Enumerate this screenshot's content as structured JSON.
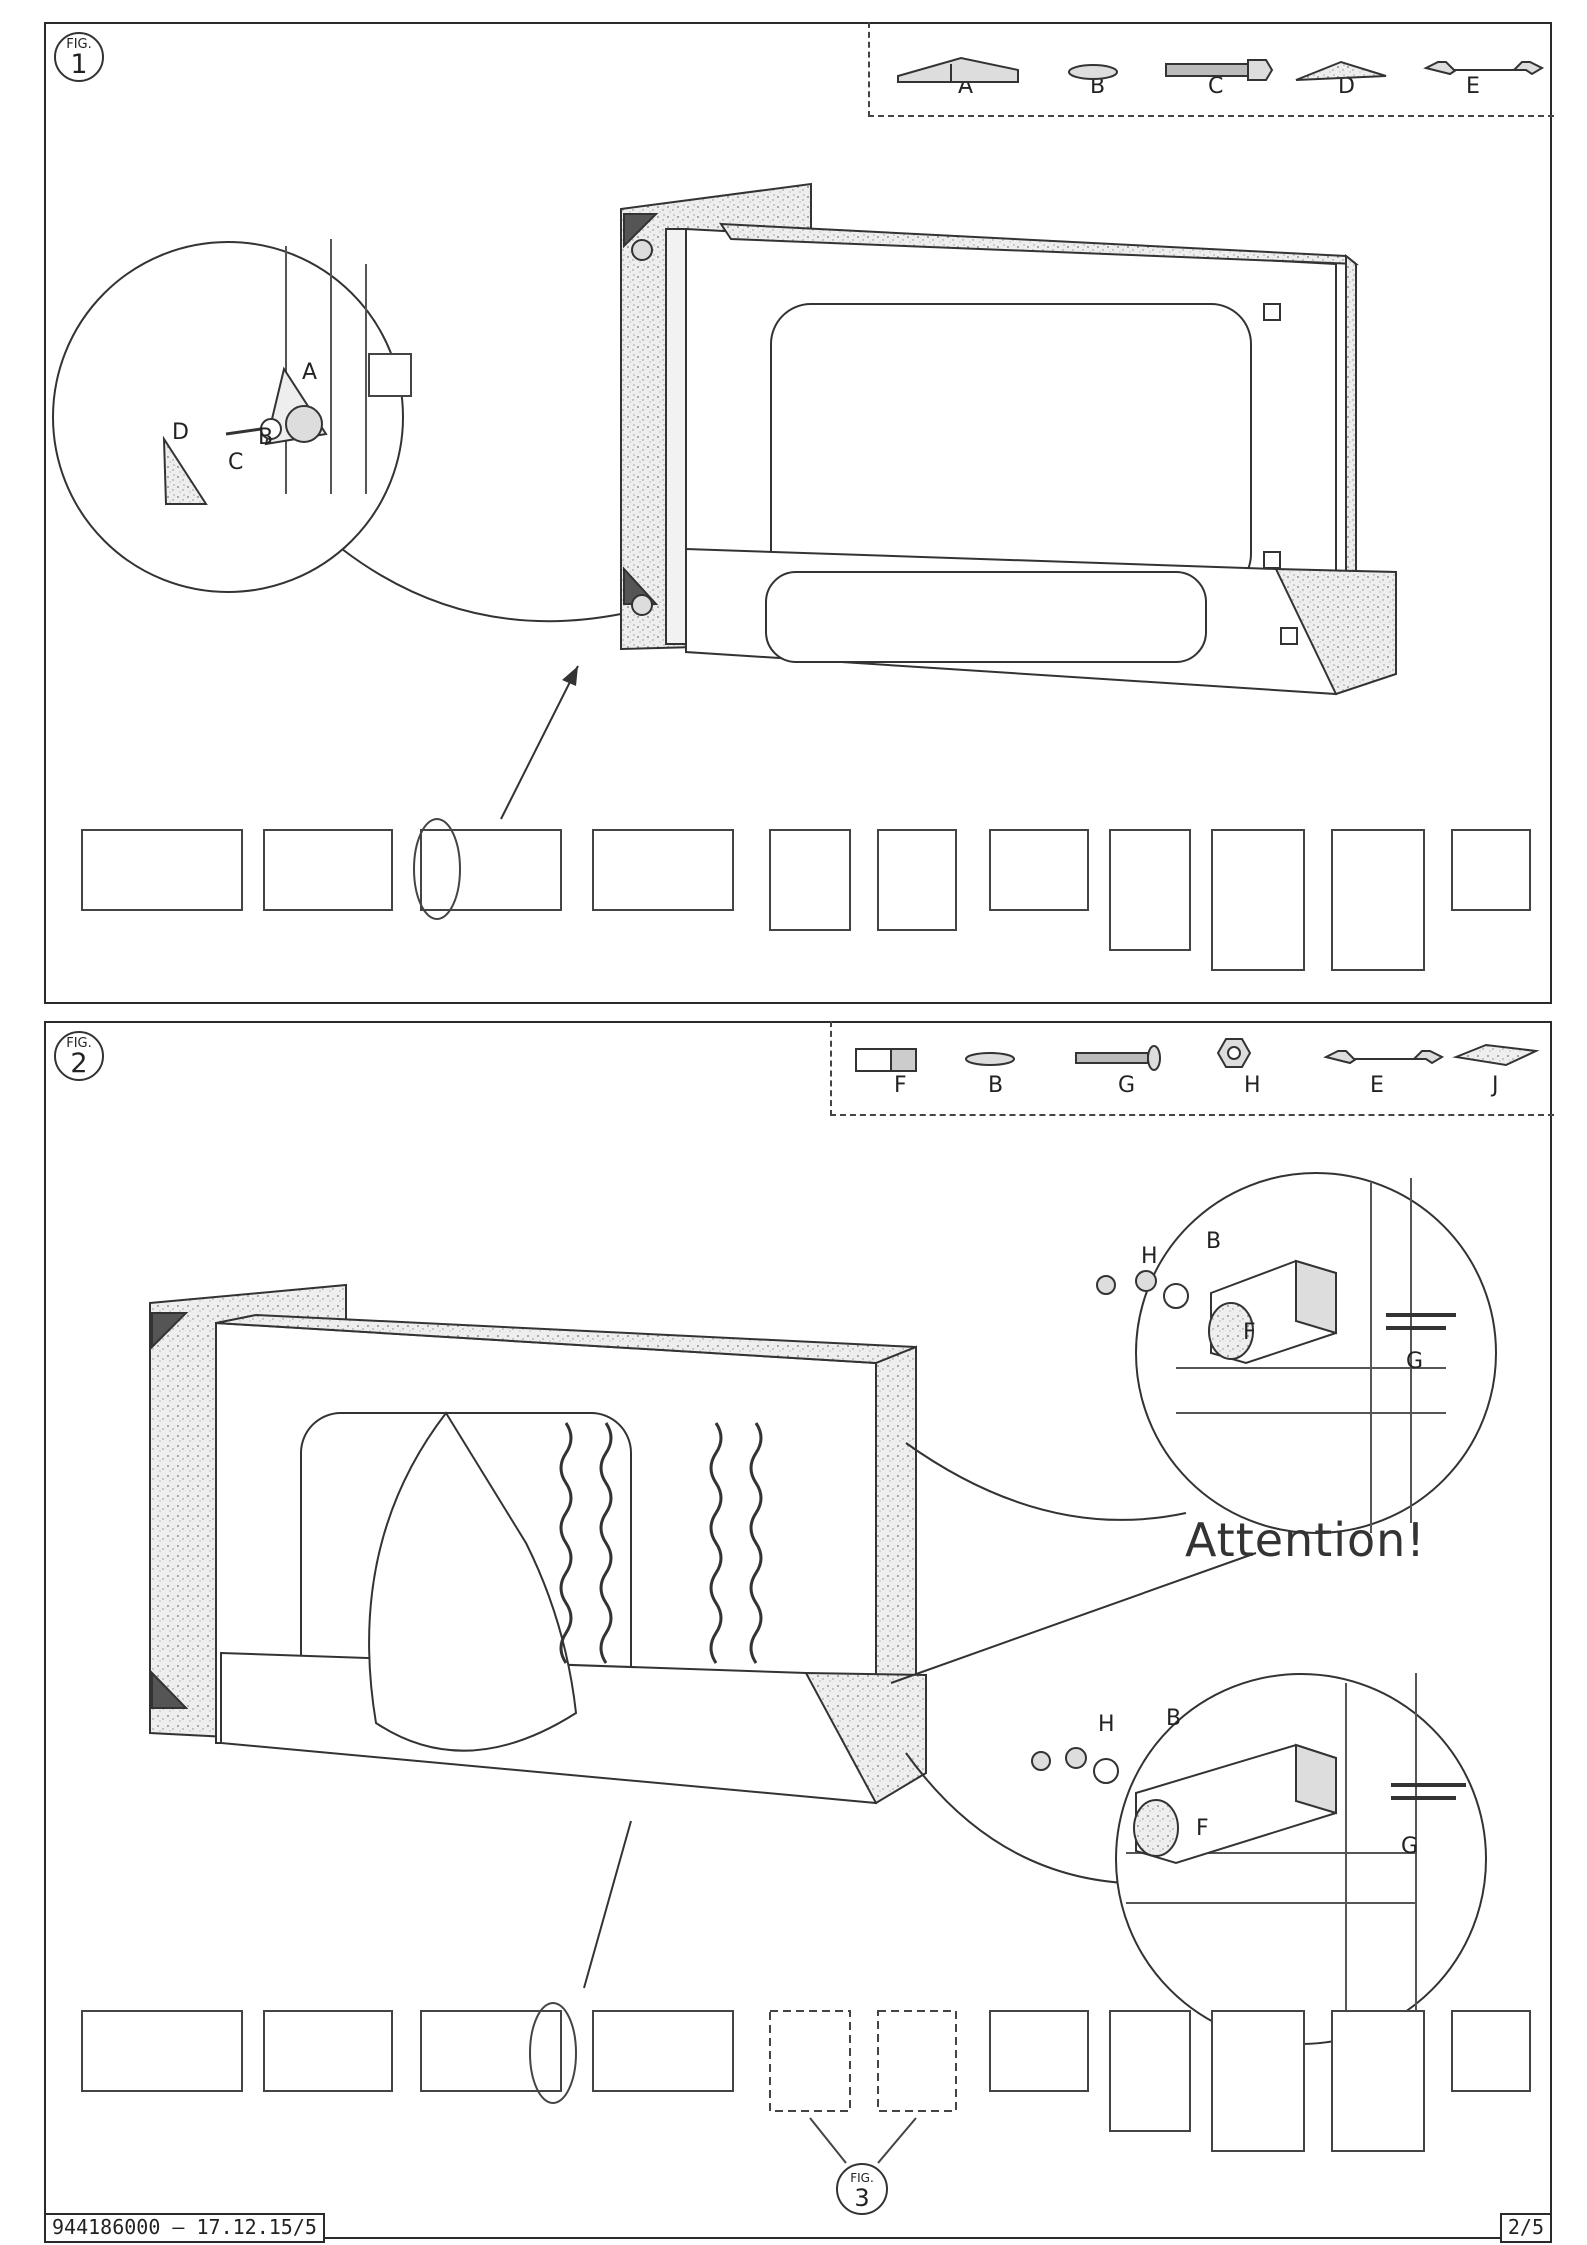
{
  "figure1": {
    "badge": {
      "word": "FIG.",
      "number": "1"
    },
    "parts": [
      {
        "letter": "A",
        "icon": "corner-bracket-icon"
      },
      {
        "letter": "B",
        "icon": "washer-icon"
      },
      {
        "letter": "C",
        "icon": "bolt-icon"
      },
      {
        "letter": "D",
        "icon": "corner-cover-icon"
      },
      {
        "letter": "E",
        "icon": "wrench-icon"
      }
    ],
    "callout_labels": [
      "A",
      "B",
      "C",
      "D"
    ]
  },
  "figure2": {
    "badge": {
      "word": "FIG.",
      "number": "2"
    },
    "parts": [
      {
        "letter": "F",
        "icon": "leg-block-icon"
      },
      {
        "letter": "B",
        "icon": "washer-icon"
      },
      {
        "letter": "G",
        "icon": "bolt-icon"
      },
      {
        "letter": "H",
        "icon": "nut-icon"
      },
      {
        "letter": "E",
        "icon": "wrench-icon"
      },
      {
        "letter": "J",
        "icon": "pad-icon"
      }
    ],
    "callout_top_labels": [
      "H",
      "B",
      "F",
      "G"
    ],
    "callout_bottom_labels": [
      "H",
      "B",
      "F",
      "G"
    ],
    "attention": "Attention!",
    "next_fig": {
      "word": "FIG.",
      "number": "3"
    }
  },
  "footer": {
    "code": "944186000 – 17.12.15/5",
    "page": "2/5"
  }
}
